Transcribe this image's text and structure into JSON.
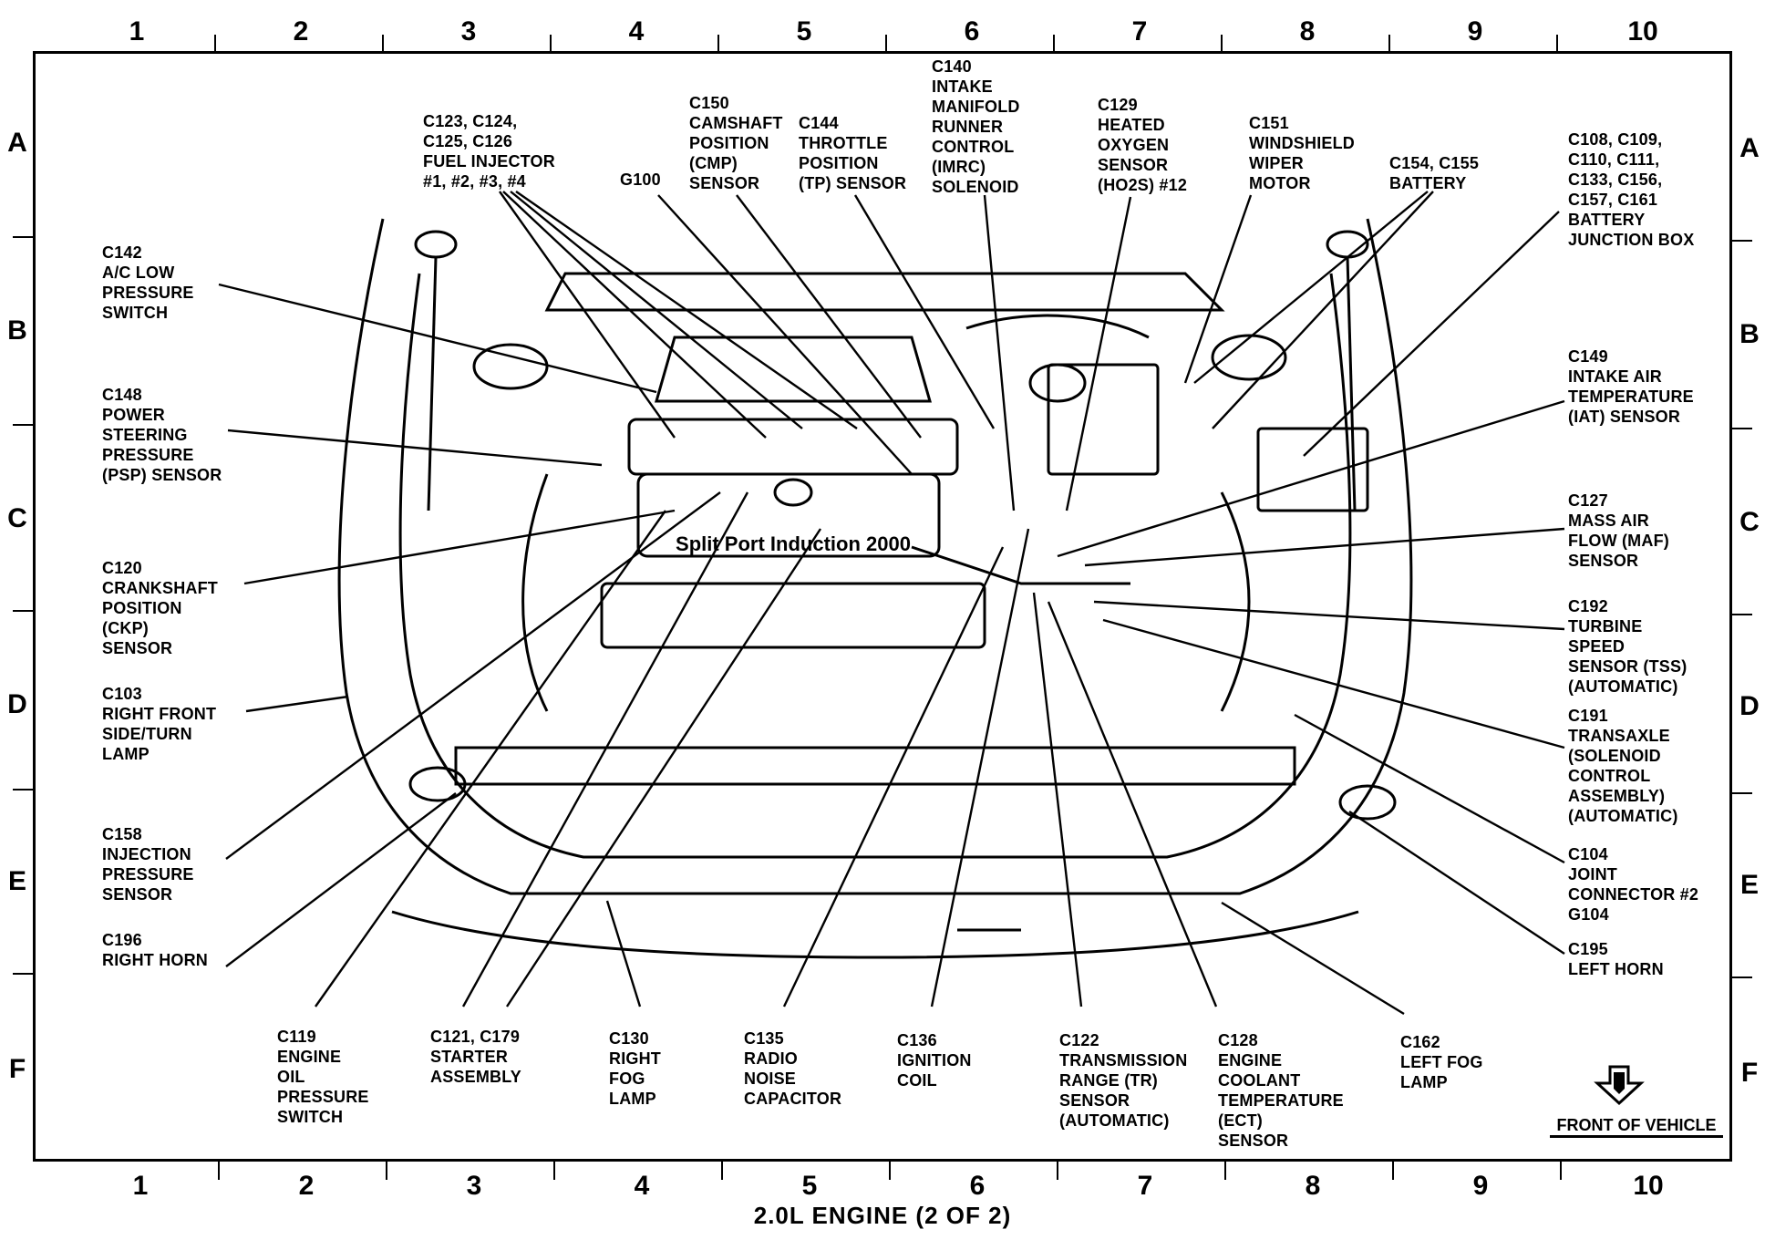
{
  "grid": {
    "columns": [
      "1",
      "2",
      "3",
      "4",
      "5",
      "6",
      "7",
      "8",
      "9",
      "10"
    ],
    "rows": [
      "A",
      "B",
      "C",
      "D",
      "E",
      "F"
    ]
  },
  "labels": {
    "c123": "C123, C124,\nC125, C126\nFUEL INJECTOR\n#1, #2, #3, #4",
    "c150": "C150\nCAMSHAFT\nPOSITION\n(CMP)\nSENSOR",
    "g100": "G100",
    "c144": "C144\nTHROTTLE\nPOSITION\n(TP) SENSOR",
    "c140": "C140\nINTAKE\nMANIFOLD\nRUNNER\nCONTROL\n(IMRC)\nSOLENOID",
    "c129": "C129\nHEATED\nOXYGEN\nSENSOR\n(HO2S) #12",
    "c151": "C151\nWINDSHIELD\nWIPER\nMOTOR",
    "c154": "C154, C155\nBATTERY",
    "c108": "C108, C109,\nC110, C111,\nC133, C156,\nC157, C161\nBATTERY\nJUNCTION BOX",
    "c142": "C142\nA/C LOW\nPRESSURE\nSWITCH",
    "c148": "C148\nPOWER\nSTEERING\nPRESSURE\n(PSP) SENSOR",
    "c120": "C120\nCRANKSHAFT\nPOSITION\n(CKP)\nSENSOR",
    "c103": "C103\nRIGHT FRONT\nSIDE/TURN\nLAMP",
    "c158": "C158\nINJECTION\nPRESSURE\nSENSOR",
    "c196": "C196\nRIGHT HORN",
    "c149": "C149\nINTAKE AIR\nTEMPERATURE\n(IAT) SENSOR",
    "c127": "C127\nMASS AIR\nFLOW (MAF)\nSENSOR",
    "c192": "C192\nTURBINE\nSPEED\nSENSOR (TSS)\n(AUTOMATIC)",
    "c191": "C191\nTRANSAXLE\n(SOLENOID\nCONTROL\nASSEMBLY)\n(AUTOMATIC)",
    "c104": "C104\nJOINT\nCONNECTOR #2\nG104",
    "c195": "C195\nLEFT HORN",
    "c119": "C119\nENGINE\nOIL\nPRESSURE\nSWITCH",
    "c121": "C121, C179\nSTARTER\nASSEMBLY",
    "c130": "C130\nRIGHT\nFOG\nLAMP",
    "c135": "C135\nRADIO\nNOISE\nCAPACITOR",
    "c136": "C136\nIGNITION\nCOIL",
    "c122": "C122\nTRANSMISSION\nRANGE (TR)\nSENSOR\n(AUTOMATIC)",
    "c128": "C128\nENGINE\nCOOLANT\nTEMPERATURE\n(ECT)\nSENSOR",
    "c162": "C162\nLEFT FOG\nLAMP"
  },
  "engine_badge": "Split Port Induction 2000",
  "front_of_vehicle": "FRONT OF VEHICLE",
  "caption": "2.0L ENGINE (2 OF 2)"
}
